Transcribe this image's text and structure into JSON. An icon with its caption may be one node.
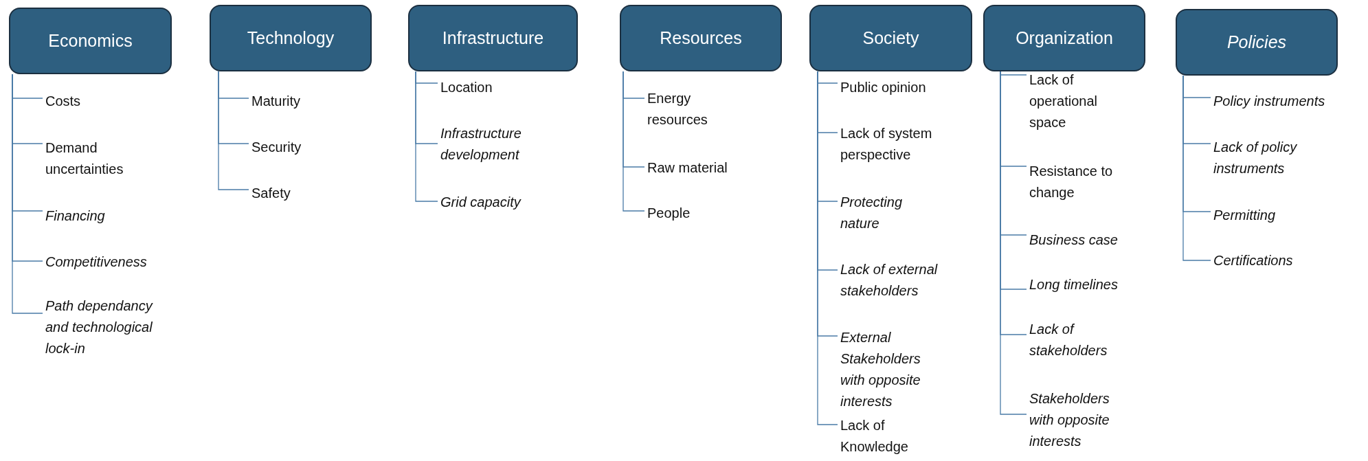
{
  "diagram": {
    "nodes": [
      {
        "text": [
          "Economics"
        ]
      },
      {
        "text": [
          "Costs"
        ]
      },
      {
        "text": [
          "Demand uncertainties"
        ]
      },
      {
        "text": [
          "Financing"
        ]
      },
      {
        "text": [
          "Competitiveness"
        ]
      },
      {
        "text": [
          "Path dependancy and technological lock-in"
        ]
      },
      {
        "text": [
          "Technology"
        ]
      },
      {
        "text": [
          "Maturity"
        ]
      },
      {
        "text": [
          "Security"
        ]
      },
      {
        "text": [
          "Safety"
        ]
      },
      {
        "text": [
          "Infrastructure"
        ]
      },
      {
        "text": [
          "Location"
        ]
      },
      {
        "text": [
          "Infrastructure development"
        ]
      },
      {
        "text": [
          "Grid capacity"
        ]
      },
      {
        "text": [
          "Resources"
        ]
      },
      {
        "text": [
          "Energy resources"
        ]
      },
      {
        "text": [
          "Raw material"
        ]
      },
      {
        "text": [
          "People"
        ]
      },
      {
        "text": [
          "Society"
        ]
      },
      {
        "text": [
          "Public opinion"
        ]
      },
      {
        "text": [
          "Lack of system perspective"
        ]
      },
      {
        "text": [
          "Protecting nature"
        ]
      },
      {
        "text": [
          "Lack of external stakeholders"
        ]
      },
      {
        "text": [
          "External Stakeholders with opposite interests"
        ]
      },
      {
        "text": [
          "Lack of Knowledge"
        ]
      },
      {
        "text": [
          "Organization"
        ]
      },
      {
        "text": [
          "Lack of operational space"
        ]
      },
      {
        "text": [
          "Resistance to change"
        ]
      },
      {
        "text": [
          "Business case"
        ]
      },
      {
        "text": [
          "Long timelines"
        ]
      },
      {
        "text": [
          "Lack of stakeholders"
        ]
      },
      {
        "text": [
          "Stakeholders with opposite interests"
        ]
      },
      {
        "text": [
          "Policies"
        ]
      },
      {
        "text": [
          "Policy instruments"
        ]
      },
      {
        "text": [
          "Lack of policy instruments"
        ]
      },
      {
        "text": [
          "Permitting"
        ]
      },
      {
        "text": [
          "Certifications"
        ]
      }
    ],
    "edges": [
      {
        "from": 0,
        "to": 1,
        "arrow": "none"
      },
      {
        "from": 0,
        "to": 2,
        "arrow": "none"
      },
      {
        "from": 0,
        "to": 3,
        "arrow": "none"
      },
      {
        "from": 0,
        "to": 4,
        "arrow": "none"
      },
      {
        "from": 0,
        "to": 5,
        "arrow": "none"
      },
      {
        "from": 6,
        "to": 7,
        "arrow": "none"
      },
      {
        "from": 6,
        "to": 8,
        "arrow": "none"
      },
      {
        "from": 6,
        "to": 9,
        "arrow": "none"
      },
      {
        "from": 10,
        "to": 11,
        "arrow": "none"
      },
      {
        "from": 10,
        "to": 12,
        "arrow": "none"
      },
      {
        "from": 10,
        "to": 13,
        "arrow": "none"
      },
      {
        "from": 14,
        "to": 15,
        "arrow": "none"
      },
      {
        "from": 14,
        "to": 16,
        "arrow": "none"
      },
      {
        "from": 14,
        "to": 17,
        "arrow": "none"
      },
      {
        "from": 18,
        "to": 19,
        "arrow": "none"
      },
      {
        "from": 18,
        "to": 20,
        "arrow": "none"
      },
      {
        "from": 18,
        "to": 21,
        "arrow": "none"
      },
      {
        "from": 18,
        "to": 22,
        "arrow": "none"
      },
      {
        "from": 18,
        "to": 23,
        "arrow": "none"
      },
      {
        "from": 18,
        "to": 24,
        "arrow": "none"
      },
      {
        "from": 25,
        "to": 26,
        "arrow": "none"
      },
      {
        "from": 25,
        "to": 27,
        "arrow": "none"
      },
      {
        "from": 25,
        "to": 28,
        "arrow": "none"
      },
      {
        "from": 25,
        "to": 29,
        "arrow": "none"
      },
      {
        "from": 25,
        "to": 30,
        "arrow": "none"
      },
      {
        "from": 25,
        "to": 31,
        "arrow": "none"
      },
      {
        "from": 32,
        "to": 33,
        "arrow": "none"
      },
      {
        "from": 32,
        "to": 34,
        "arrow": "none"
      },
      {
        "from": 32,
        "to": 35,
        "arrow": "none"
      },
      {
        "from": 32,
        "to": 36,
        "arrow": "none"
      }
    ]
  }
}
